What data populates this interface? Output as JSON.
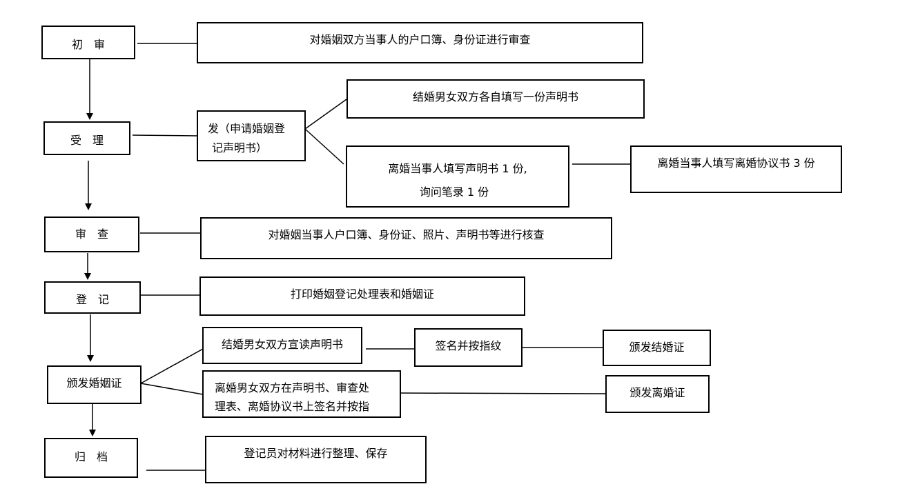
{
  "steps": {
    "s1": "初　审",
    "s2": "受　理",
    "s3": "审　查",
    "s4": "登　记",
    "s5": "颁发婚姻证",
    "s6": "归　档"
  },
  "details": {
    "initial": "对婚姻双方当事人的户口簿、身份证进行审查",
    "issue_line1": "发（申请婚姻登",
    "issue_line2": "记声明书）",
    "marriage_declare": "结婚男女双方各自填写一份声明书",
    "divorce_declare_line1": "离婚当事人填写声明书 1 份,",
    "divorce_declare_line2": "询问笔录 1 份",
    "divorce_agreement": "离婚当事人填写离婚协议书 3 份",
    "review": "对婚姻当事人户口簿、身份证、照片、声明书等进行核查",
    "register": "打印婚姻登记处理表和婚姻证",
    "marriage_read": "结婚男女双方宣读声明书",
    "sign_fingerprint": "签名并按指纹",
    "issue_marriage_cert": "颁发结婚证",
    "divorce_sign_line1": "离婚男女双方在声明书、审查处",
    "divorce_sign_line2": "理表、离婚协议书上签名并按指",
    "issue_divorce_cert": "颁发离婚证",
    "archive": "登记员对材料进行整理、保存"
  }
}
